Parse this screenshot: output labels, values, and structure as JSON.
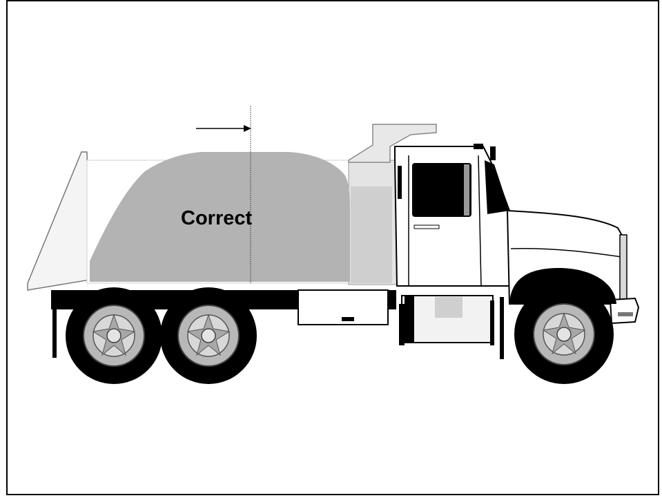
{
  "diagram": {
    "load_label": "Correct",
    "load_color": "#b3b3b3",
    "subject": "dump-truck",
    "indicator": "center-of-gravity-marker"
  }
}
